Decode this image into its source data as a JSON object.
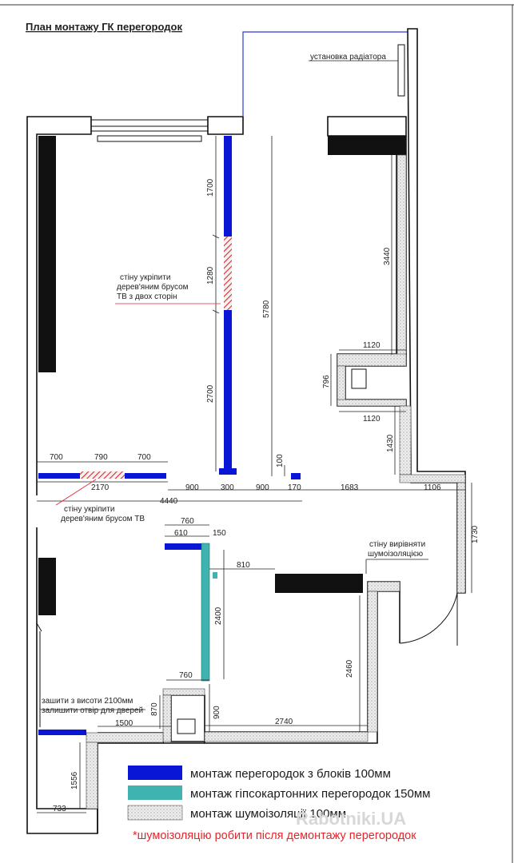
{
  "title": "План монтажу ГК перегородок",
  "notes": {
    "radiator": "установка радіатора",
    "tv_wall_1a": "стіну укріпити",
    "tv_wall_1b": "дерев'яним брусом",
    "tv_wall_1c": "ТВ з двох сторін",
    "tv_wall_2a": "стіну укріпити",
    "tv_wall_2b": "дерев'яним брусом ТВ",
    "noise_wall_a": "стіну вирівняти",
    "noise_wall_b": "шумоізоляцією",
    "door_a": "зашити з висоти 2100мм",
    "door_b": "залишити отвір для дверей"
  },
  "dimensions": {
    "d1700": "1700",
    "d1280": "1280",
    "d2700": "2700",
    "d5780": "5780",
    "d3440": "3440",
    "d1120a": "1120",
    "d1120b": "1120",
    "d796": "796",
    "d1430": "1430",
    "d100": "100",
    "d700a": "700",
    "d790": "790",
    "d700b": "700",
    "d2170": "2170",
    "d900a": "900",
    "d300": "300",
    "d900b": "900",
    "d170": "170",
    "d1683": "1683",
    "d1106": "1106",
    "d4440": "4440",
    "d1730": "1730",
    "d760a": "760",
    "d610": "610",
    "d150": "150",
    "d810": "810",
    "d2400": "2400",
    "d2460": "2460",
    "d760b": "760",
    "d870": "870",
    "d900c": "900",
    "d1500": "1500",
    "d2740": "2740",
    "d1556": "1556",
    "d733": "733"
  },
  "legend": {
    "blocks": "монтаж перегородок з блоків 100мм",
    "drywall": "монтаж гіпсокартонних перегородок 150мм",
    "insulation": "монтаж шумоізоляції 100мм",
    "footnote": "*шумоізоляцію робити після демонтажу перегородок"
  },
  "colors": {
    "blocks": "#0a16d6",
    "drywall": "#3fb3b0",
    "accent": "#e0282d",
    "wall": "#111111"
  },
  "watermark": "Rabotniki.UA"
}
